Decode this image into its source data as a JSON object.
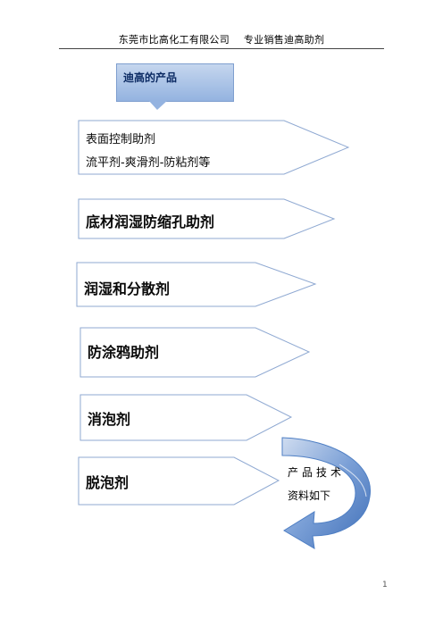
{
  "header": {
    "company": "东莞市比高化工有限公司",
    "slogan": "专业销售迪高助剂"
  },
  "callout": {
    "label": "迪高的产品"
  },
  "products": {
    "item1_line1": "表面控制助剂",
    "item1_line2": "流平剂-爽滑剂-防粘剂等",
    "item2": "底材润湿防缩孔助剂",
    "item3": "润湿和分散剂",
    "item4": "防涂鸦助剂",
    "item5": "消泡剂",
    "item6": "脱泡剂"
  },
  "curved_arrow": {
    "line1": "产品技术",
    "line2": "资料如下"
  },
  "page_number": "1",
  "colors": {
    "callout_fill": "#94b3e0",
    "arrow_fill": "#4f7fc4",
    "shape_border": "#7f9fcf"
  }
}
